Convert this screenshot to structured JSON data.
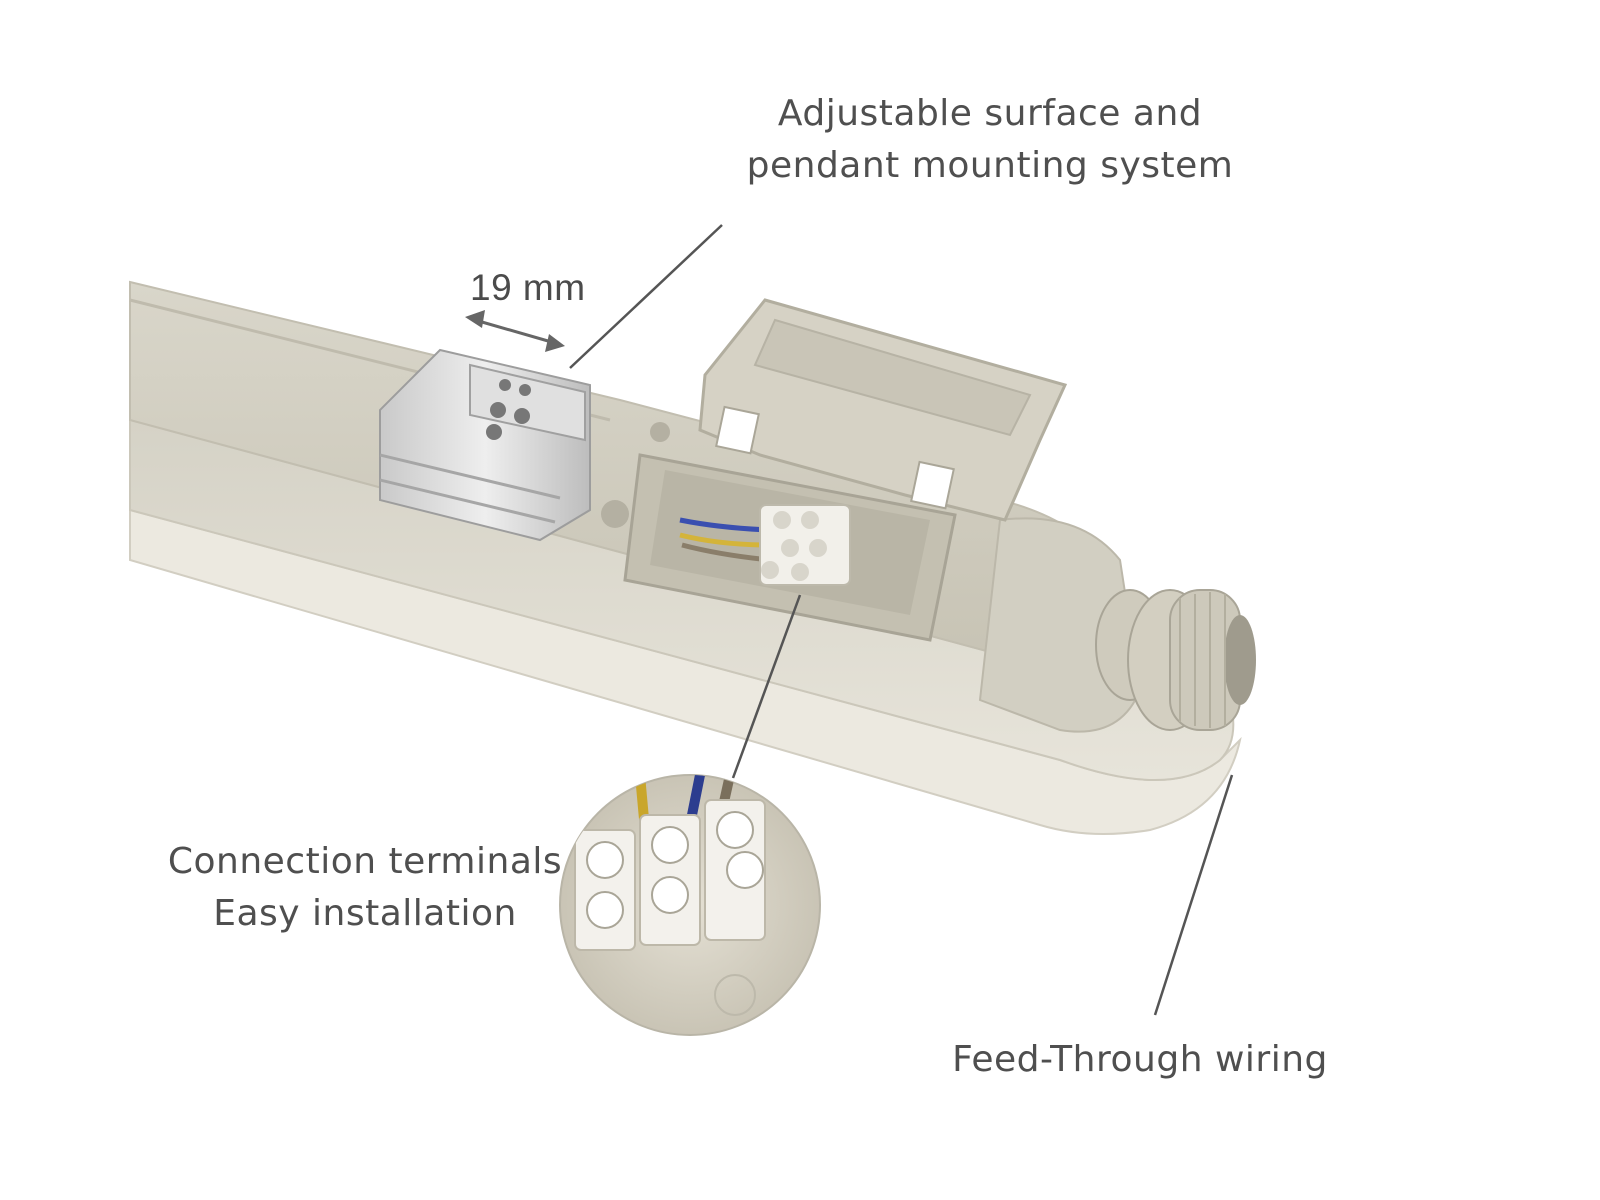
{
  "image": {
    "background_color": "#ffffff",
    "housing_color": "#cfcbbd",
    "label_color": "#4f4f4f"
  },
  "callouts": {
    "mounting": {
      "line1": "Adjustable surface and",
      "line2": "pendant mounting system"
    },
    "width": {
      "text": "19 mm"
    },
    "terminals": {
      "line1": "Connection terminals",
      "line2": "Easy installation"
    },
    "feed_through": {
      "text": "Feed-Through wiring"
    }
  }
}
